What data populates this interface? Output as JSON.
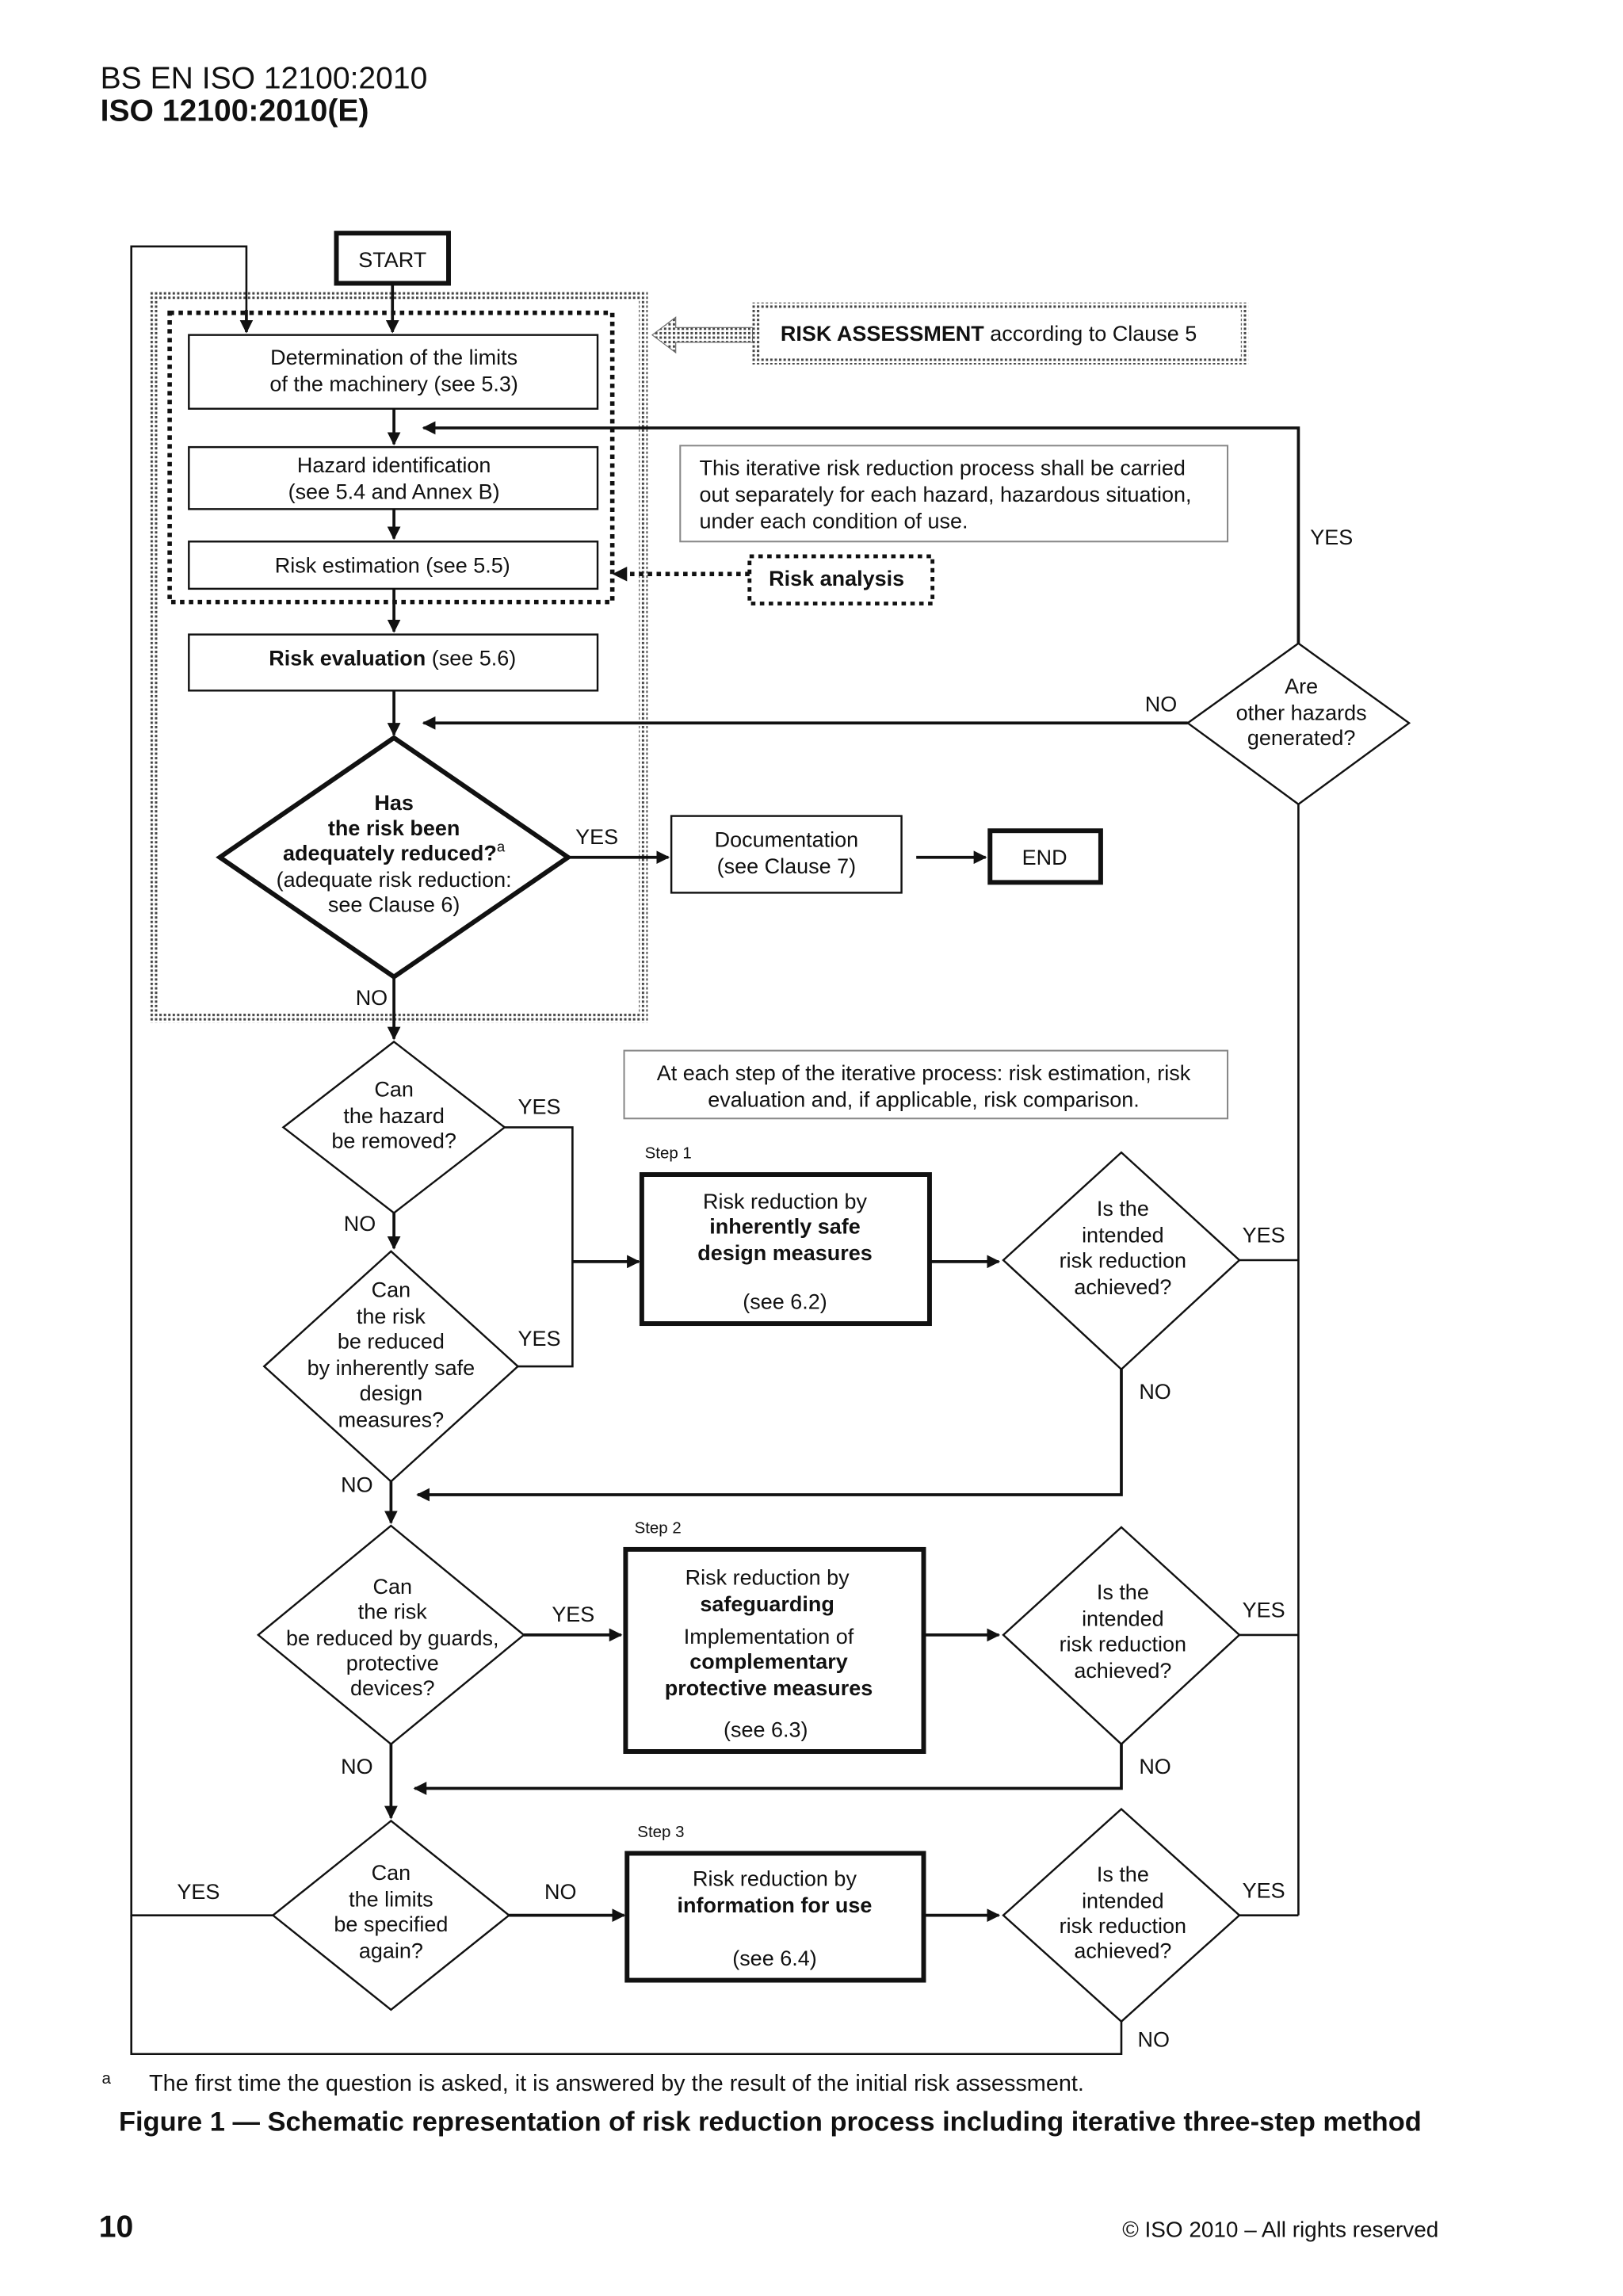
{
  "header": {
    "line1": "BS EN ISO 12100:2010",
    "line2": "ISO 12100:2010(E)"
  },
  "flow": {
    "start": "START",
    "end": "END",
    "limits": [
      "Determination of the limits",
      "of the machinery (see 5.3)"
    ],
    "hazard_id": [
      "Hazard identification",
      "(see 5.4 and Annex B)"
    ],
    "risk_estimation": "Risk estimation (see 5.5)",
    "risk_evaluation_bold": "Risk evaluation",
    "risk_evaluation_rest": " (see 5.6)",
    "risk_assessment_bold": "RISK ASSESSMENT",
    "risk_assessment_rest": " according to Clause 5",
    "risk_analysis": "Risk analysis",
    "iterative_note": [
      "This iterative risk reduction process shall be carried",
      "out separately for each hazard, hazardous situation,",
      "under each condition of use."
    ],
    "other_hazards": [
      "Are",
      "other hazards",
      "generated?"
    ],
    "adequately": {
      "l1": "Has",
      "l2": "the risk been",
      "l3": "adequately reduced?",
      "sup": "a",
      "l4": "(adequate risk reduction:",
      "l5": "see Clause 6)"
    },
    "documentation": [
      "Documentation",
      "(see Clause 7)"
    ],
    "each_step_note": [
      "At each step of the iterative process: risk estimation, risk",
      "evaluation and, if applicable, risk comparison."
    ],
    "hazard_removed": [
      "Can",
      "the hazard",
      "be removed?"
    ],
    "inherently_q": [
      "Can",
      "the risk",
      "be reduced",
      "by inherently safe",
      "design",
      "measures?"
    ],
    "guards_q": [
      "Can",
      "the risk",
      "be reduced by guards,",
      "protective",
      "devices?"
    ],
    "limits_q": [
      "Can",
      "the limits",
      "be specified",
      "again?"
    ],
    "step1_label": "Step 1",
    "step1": {
      "l1": "Risk reduction by",
      "l2": "inherently safe",
      "l3": "design measures",
      "l4": "(see 6.2)"
    },
    "step2_label": "Step 2",
    "step2": {
      "l1": "Risk reduction by",
      "l2": "safeguarding",
      "l3": "Implementation of",
      "l4": "complementary",
      "l5": "protective measures",
      "l6": "(see 6.3)"
    },
    "step3_label": "Step 3",
    "step3": {
      "l1": "Risk reduction by",
      "l2": "information for use",
      "l3": "(see 6.4)"
    },
    "intended": [
      "Is the",
      "intended",
      "risk reduction",
      "achieved?"
    ],
    "yes": "YES",
    "no": "NO"
  },
  "footnote": {
    "mark": "a",
    "text": "The first time the question is asked, it is answered by the result of the initial risk assessment."
  },
  "caption": "Figure 1 — Schematic representation of risk reduction process including iterative three-step method",
  "footer": {
    "page_number": "10",
    "copyright": "© ISO 2010 – All rights reserved"
  }
}
